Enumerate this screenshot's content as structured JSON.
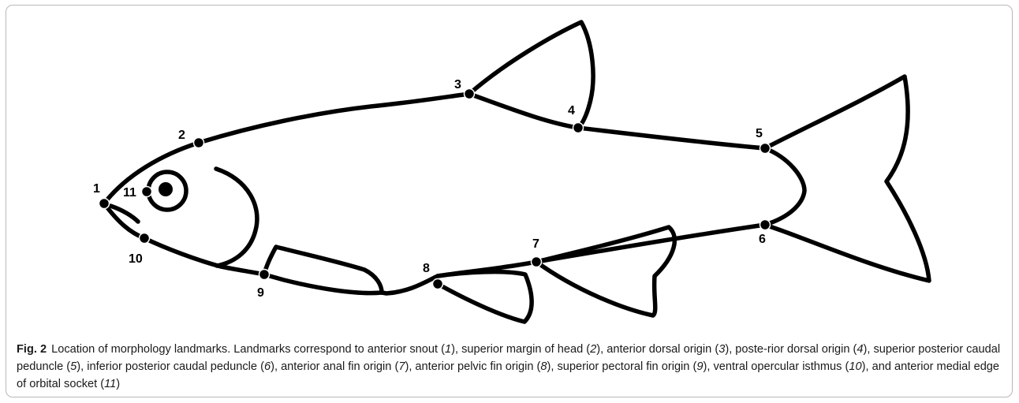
{
  "figure": {
    "label": "Fig. 2",
    "landmarks": [
      {
        "id": "1",
        "name": "anterior snout"
      },
      {
        "id": "2",
        "name": "superior margin of head"
      },
      {
        "id": "3",
        "name": "anterior dorsal origin"
      },
      {
        "id": "4",
        "name": "posterior dorsal origin"
      },
      {
        "id": "5",
        "name": "superior posterior caudal peduncle"
      },
      {
        "id": "6",
        "name": "inferior posterior caudal peduncle"
      },
      {
        "id": "7",
        "name": "anterior anal fin origin"
      },
      {
        "id": "8",
        "name": "anterior pelvic fin origin"
      },
      {
        "id": "9",
        "name": "superior pectoral fin origin"
      },
      {
        "id": "10",
        "name": "ventral opercular isthmus"
      },
      {
        "id": "11",
        "name": "anterior medial edge of orbital socket"
      }
    ],
    "caption": {
      "p0": "Location of morphology landmarks. Landmarks correspond to anterior snout (",
      "p1": "), superior margin of head (",
      "p2": "), anterior dorsal origin (",
      "p3": "), poste-rior dorsal origin (",
      "p4": "), superior posterior caudal peduncle (",
      "p5": "), inferior posterior caudal peduncle (",
      "p6": "), anterior anal fin origin (",
      "p7": "), anterior pelvic fin origin (",
      "p8": "), superior pectoral fin origin (",
      "p9": "), ventral opercular isthmus (",
      "p10": "), and anterior medial edge of orbital socket (",
      "p11": ")"
    }
  }
}
